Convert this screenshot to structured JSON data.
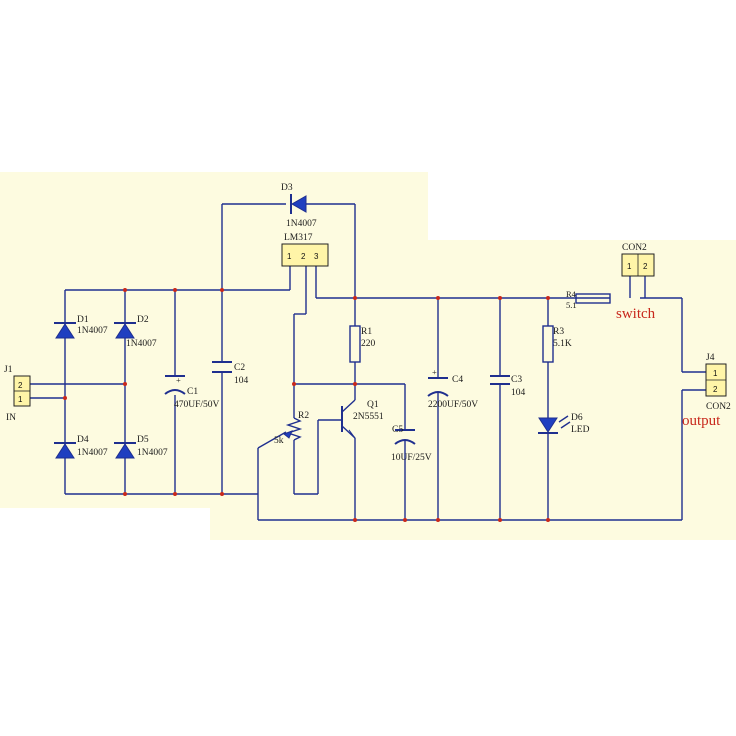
{
  "colors": {
    "background": "#fdfbe0",
    "wire": "#1f2f8f",
    "diode_fill": "#1f3fc0",
    "connector_fill": "#fff5a8",
    "junction": "#c8281c",
    "annotation_red": "#c8281c"
  },
  "components": {
    "j1": {
      "ref": "J1",
      "pin_top": "2",
      "pin_bottom": "1",
      "label": "IN"
    },
    "d1": {
      "ref": "D1",
      "part": "1N4007"
    },
    "d2": {
      "ref": "D2",
      "part": "1N4007"
    },
    "d4": {
      "ref": "D4",
      "part": "1N4007"
    },
    "d5": {
      "ref": "D5",
      "part": "1N4007"
    },
    "c1": {
      "ref": "C1",
      "value": "470UF/50V"
    },
    "c2": {
      "ref": "C2",
      "value": "104"
    },
    "d3": {
      "ref": "D3",
      "part": "1N4007"
    },
    "u1": {
      "ref": "LM317",
      "pins": [
        "1",
        "2",
        "3"
      ]
    },
    "r1": {
      "ref": "R1",
      "value": "220"
    },
    "r2": {
      "ref": "R2",
      "value": "5k"
    },
    "q1": {
      "ref": "Q1",
      "part": "2N5551"
    },
    "c5": {
      "ref": "C5",
      "value": "10UF/25V"
    },
    "c4": {
      "ref": "C4",
      "value": "2200UF/50V"
    },
    "c3": {
      "ref": "C3",
      "value": "104"
    },
    "r4": {
      "ref": "R4",
      "value": "5.1"
    },
    "r3": {
      "ref": "R3",
      "value": "5.1K"
    },
    "d6": {
      "ref": "D6",
      "part": "LED"
    },
    "con2_switch": {
      "ref": "CON2",
      "pins": [
        "1",
        "2"
      ]
    },
    "j4": {
      "ref": "J4",
      "sub": "CON2",
      "pin_top": "1",
      "pin_bottom": "2"
    }
  },
  "annotations": {
    "switch": "switch",
    "output": "output"
  }
}
